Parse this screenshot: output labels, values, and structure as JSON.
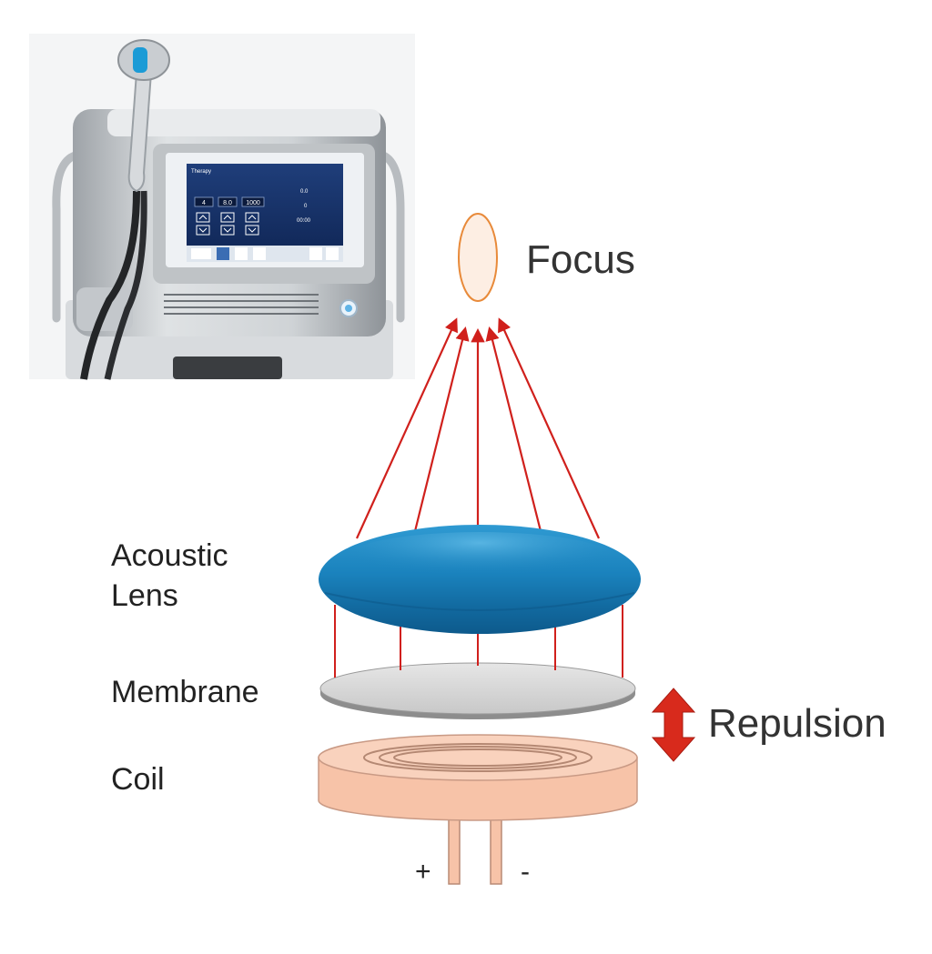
{
  "labels": {
    "focus": "Focus",
    "lens_line1": "Acoustic",
    "lens_line2": "Lens",
    "membrane": "Membrane",
    "coil": "Coil",
    "repulsion": "Repulsion",
    "plus": "+",
    "minus": "-"
  },
  "device_screen": {
    "header": "Therapy",
    "values": [
      "4",
      "8.0",
      "1000"
    ],
    "readout_1": "0.0",
    "readout_2": "0",
    "readout_3": "00:00"
  },
  "colors": {
    "lens": "#1a82bd",
    "lens_dark": "#0d5a8c",
    "membrane": "#d8d8d8",
    "coil": "#f7c3a8",
    "coil_stroke": "#c99a85",
    "wave_arrows": "#d0201c",
    "repulsion_arrow": "#d82a1c",
    "focus_fill": "#fdeee3",
    "focus_stroke": "#e88a3a",
    "text": "#333333",
    "device_accent": "#1b9bd6"
  },
  "icons": {
    "device": "shockwave-therapy-device-photo",
    "repulsion": "double-headed-arrow-icon"
  }
}
